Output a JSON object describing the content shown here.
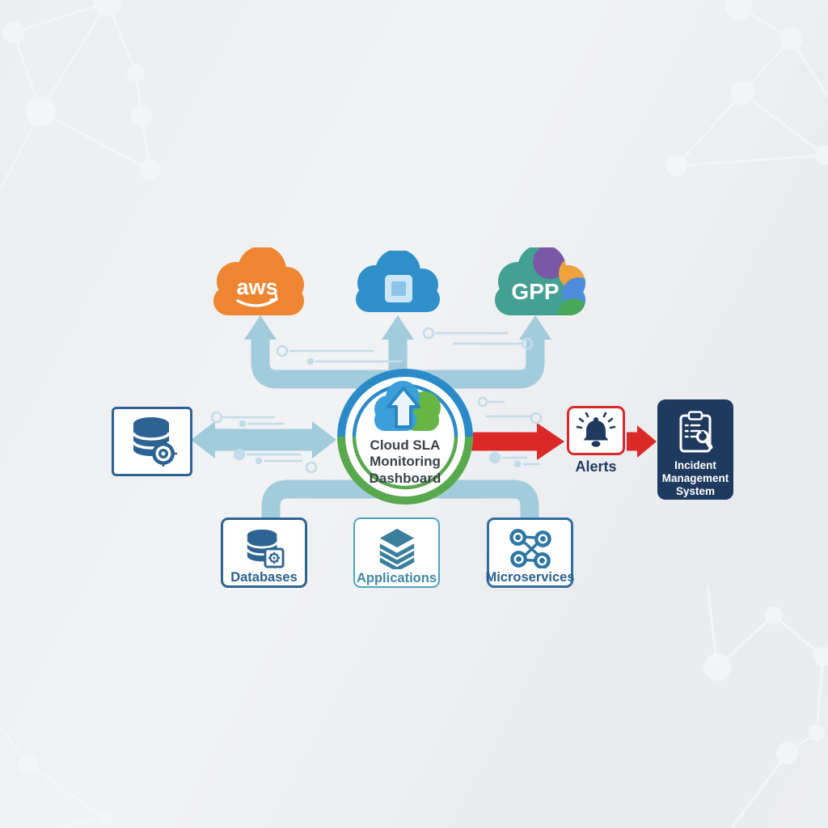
{
  "diagram_type": "cloud-sla-monitoring-architecture",
  "providers": {
    "aws": {
      "label": "aws",
      "color": "#ee8531"
    },
    "azure": {
      "color": "#2e8fc9"
    },
    "gcp": {
      "label": "GPP",
      "colors": {
        "teal": "#43a193",
        "purple": "#7a58a8",
        "orange": "#eda23c",
        "blue": "#4f8cdb",
        "green": "#47a75a"
      }
    }
  },
  "center_node": {
    "line1": "Cloud SLA",
    "line2": "Monitoring",
    "line3": "Dashboard",
    "ring_top_color": "#2b8bc9",
    "ring_bottom_color": "#58a84e"
  },
  "database_node": {
    "icon": "database-monitor-icon",
    "border_color": "#2d6392"
  },
  "alerts_node": {
    "label": "Alerts",
    "border_color": "#d8282c",
    "icon_color": "#1f3a5f"
  },
  "incident_node": {
    "line1": "Incident",
    "line2": "Management",
    "line3": "System",
    "background_color": "#1e3a5e"
  },
  "bottom_nodes": {
    "databases": {
      "label": "Databases"
    },
    "applications": {
      "label": "Applications"
    },
    "microservices": {
      "label": "Microservices"
    }
  },
  "connectors": {
    "pipe_color": "#a2ccdb",
    "alert_arrow_color": "#da2927",
    "flows": [
      "dashboard-to-aws",
      "dashboard-to-azure",
      "dashboard-to-gcp",
      "dashboard-to-database-bidirectional",
      "dashboard-to-alerts",
      "alerts-to-incident-management",
      "dashboard-to-databases",
      "dashboard-to-microservices"
    ]
  }
}
